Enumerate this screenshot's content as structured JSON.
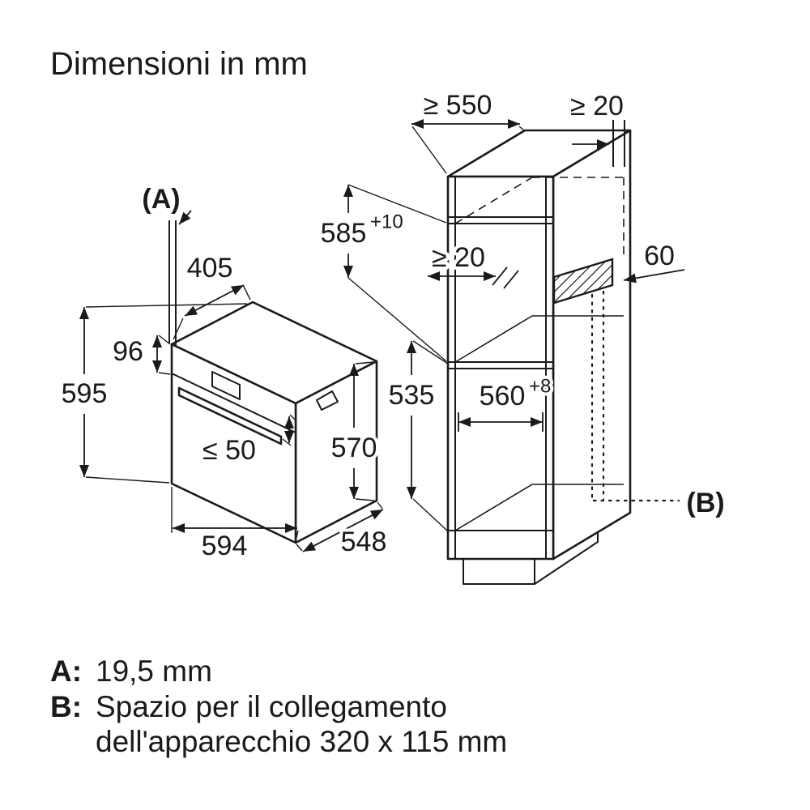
{
  "title": "Dimensioni in mm",
  "oven": {
    "a_label": "(A)",
    "d405": "405",
    "d96": "96",
    "d595": "595",
    "d50": "≤ 50",
    "d570": "570",
    "d594": "594",
    "d548": "548"
  },
  "cabinet": {
    "d550": "≥ 550",
    "d20_top": "≥ 20",
    "d585": "585",
    "d585_tol": "+10",
    "d20_mid": "≥ 20",
    "d60": "60",
    "d535": "535",
    "d560": "560",
    "d560_tol": "+8",
    "b_label": "(B)"
  },
  "legend": {
    "a_key": "A:",
    "a_value": "19,5 mm",
    "b_key": "B:",
    "b_value_line1": "Spazio per il collegamento",
    "b_value_line2": "dell'apparecchio 320 x 115 mm"
  },
  "colors": {
    "ink": "#1a1a1a",
    "paper": "#ffffff"
  }
}
